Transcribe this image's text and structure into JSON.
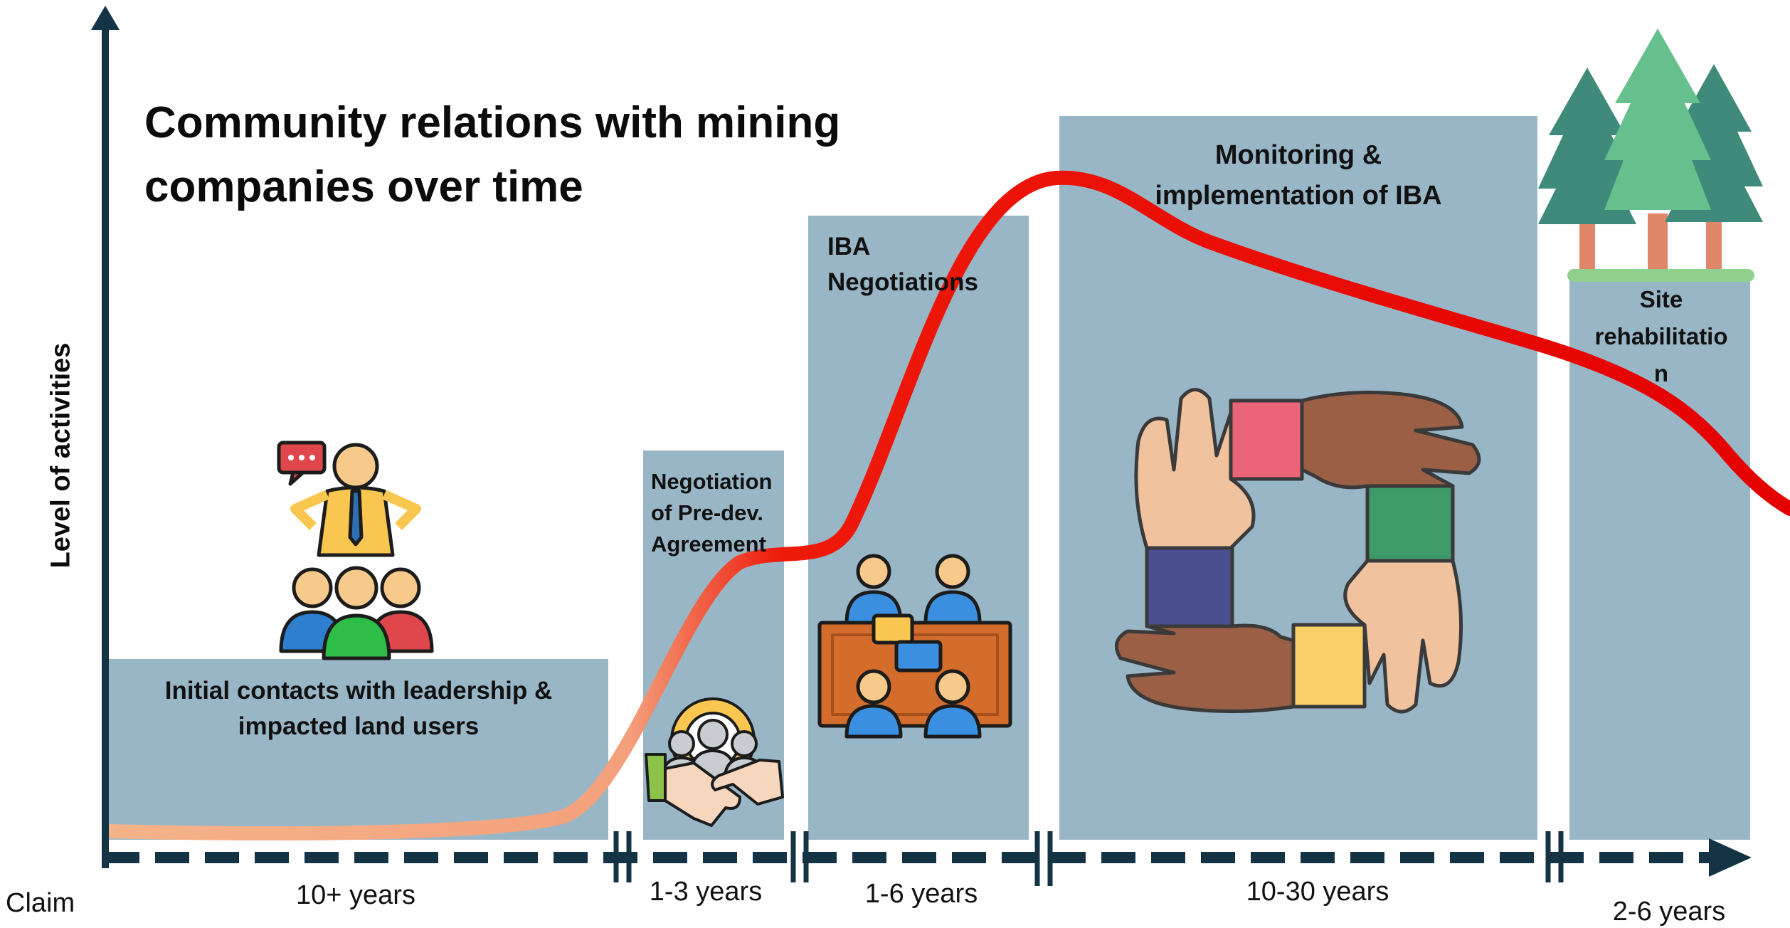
{
  "title_lines": [
    "Community relations with mining",
    "companies over time"
  ],
  "y_axis_label": "Level of activities",
  "x_start_label": "Claim",
  "stages": [
    {
      "label_lines": [
        "Initial contacts with leadership &",
        "impacted land users"
      ],
      "duration": "10+ years",
      "icon": "teacher-audience-icon"
    },
    {
      "label_lines": [
        "Negotiation",
        "of Pre-dev.",
        "Agreement"
      ],
      "duration": "1-3 years",
      "icon": "handshake-team-gear-icon"
    },
    {
      "label_lines": [
        "IBA",
        "Negotiations"
      ],
      "duration": "1-6 years",
      "icon": "meeting-table-icon"
    },
    {
      "label_lines": [
        "Monitoring &",
        "implementation of IBA"
      ],
      "duration": "10-30 years",
      "icon": "joined-hands-icon"
    },
    {
      "label_lines": [
        "Site",
        "rehabilitatio",
        "n"
      ],
      "duration": "2-6 years",
      "icon": "trees-icon"
    }
  ],
  "colors": {
    "axis": "#143445",
    "stage_box": "#99b6c7",
    "curve_start": "#f4b389",
    "curve_end": "#e60000"
  }
}
